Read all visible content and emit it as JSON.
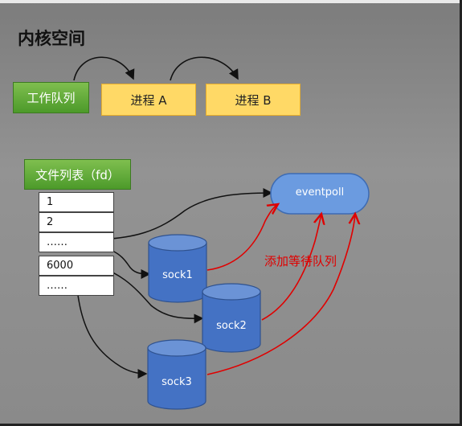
{
  "title": "内核空间",
  "work_queue": "工作队列",
  "process_a": "进程 A",
  "process_b": "进程 B",
  "file_list": "文件列表（fd）",
  "fd_rows": [
    "1",
    "2",
    "……",
    "6000",
    "……"
  ],
  "eventpoll": "eventpoll",
  "sockets": [
    "sock1",
    "sock2",
    "sock3"
  ],
  "wait_queue_note": "添加等待队列",
  "colors": {
    "green": "#5aa832",
    "yellow": "#ffd966",
    "blue": "#4472c4",
    "red": "#e00000"
  }
}
